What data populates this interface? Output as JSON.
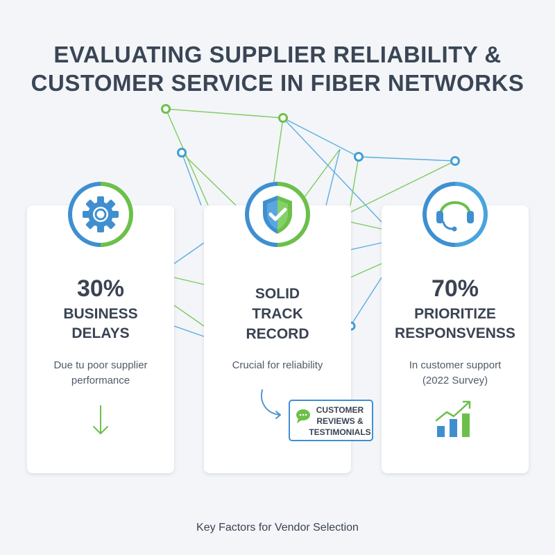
{
  "title": {
    "line1": "EVALUATING SUPPLIER RELIABILITY &",
    "line2": "CUSTOMER SERVICE IN FIBER NETWORKS"
  },
  "colors": {
    "blue": "#3f8fd0",
    "green": "#6cc04a",
    "text": "#3a4352",
    "background": "#f3f5f8"
  },
  "cards": [
    {
      "icon": "gear-icon",
      "number": "30%",
      "label_line1": "BUSINESS",
      "label_line2": "DELAYS",
      "desc_line1": "Due tu poor supplier",
      "desc_line2": "performance",
      "accent_icon": "down-arrow-icon"
    },
    {
      "icon": "shield-check-icon",
      "label_line1": "SOLID",
      "label_line2": "TRACK",
      "label_line3": "RECORD",
      "desc_line1": "Crucial for reliability",
      "accent_icon": "curved-arrow-icon",
      "callout": {
        "icon": "chat-bubble-icon",
        "line1": "CUSTOMER",
        "line2": "REVIEWS &",
        "line3": "TESTIMONIALS"
      }
    },
    {
      "icon": "headset-icon",
      "number": "70%",
      "label_line1": "PRIORITIZE",
      "label_line2": "RESPONSVENSS",
      "desc_line1": "In customer support",
      "desc_line2": "(2022 Survey)",
      "accent_icon": "growth-chart-icon"
    }
  ],
  "footer": "Key Factors for Vendor Selection"
}
